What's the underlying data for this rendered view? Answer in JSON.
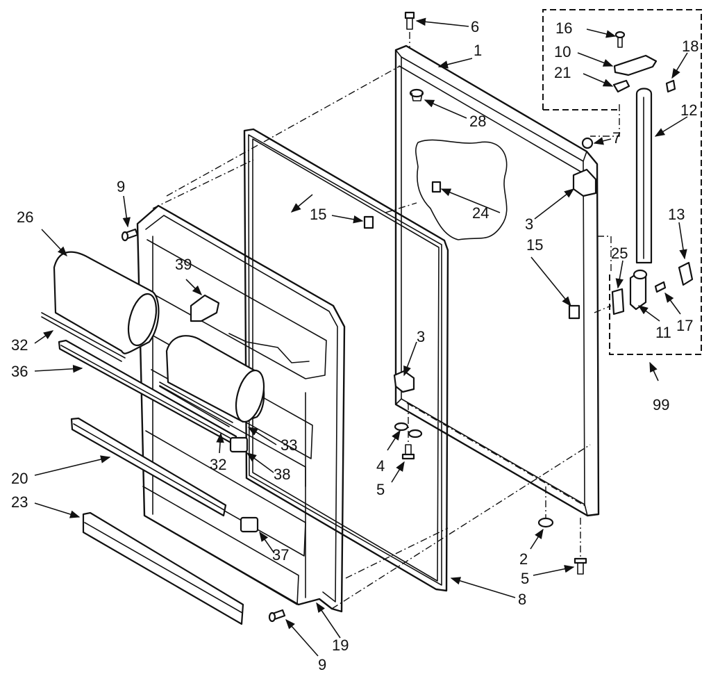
{
  "callouts": [
    {
      "id": "c1",
      "label": "1"
    },
    {
      "id": "c2",
      "label": "2"
    },
    {
      "id": "c3a",
      "label": "3"
    },
    {
      "id": "c3b",
      "label": "3"
    },
    {
      "id": "c4",
      "label": "4"
    },
    {
      "id": "c5a",
      "label": "5"
    },
    {
      "id": "c5b",
      "label": "5"
    },
    {
      "id": "c6",
      "label": "6"
    },
    {
      "id": "c7",
      "label": "7"
    },
    {
      "id": "c8",
      "label": "8"
    },
    {
      "id": "c9a",
      "label": "9"
    },
    {
      "id": "c9b",
      "label": "9"
    },
    {
      "id": "c10",
      "label": "10"
    },
    {
      "id": "c11",
      "label": "11"
    },
    {
      "id": "c12",
      "label": "12"
    },
    {
      "id": "c13",
      "label": "13"
    },
    {
      "id": "c15a",
      "label": "15"
    },
    {
      "id": "c15b",
      "label": "15"
    },
    {
      "id": "c16",
      "label": "16"
    },
    {
      "id": "c17",
      "label": "17"
    },
    {
      "id": "c18",
      "label": "18"
    },
    {
      "id": "c19",
      "label": "19"
    },
    {
      "id": "c20",
      "label": "20"
    },
    {
      "id": "c21",
      "label": "21"
    },
    {
      "id": "c23",
      "label": "23"
    },
    {
      "id": "c24",
      "label": "24"
    },
    {
      "id": "c25",
      "label": "25"
    },
    {
      "id": "c26",
      "label": "26"
    },
    {
      "id": "c28",
      "label": "28"
    },
    {
      "id": "c32a",
      "label": "32"
    },
    {
      "id": "c32b",
      "label": "32"
    },
    {
      "id": "c33",
      "label": "33"
    },
    {
      "id": "c36",
      "label": "36"
    },
    {
      "id": "c37",
      "label": "37"
    },
    {
      "id": "c38",
      "label": "38"
    },
    {
      "id": "c39",
      "label": "39"
    },
    {
      "id": "c99",
      "label": "99"
    }
  ]
}
